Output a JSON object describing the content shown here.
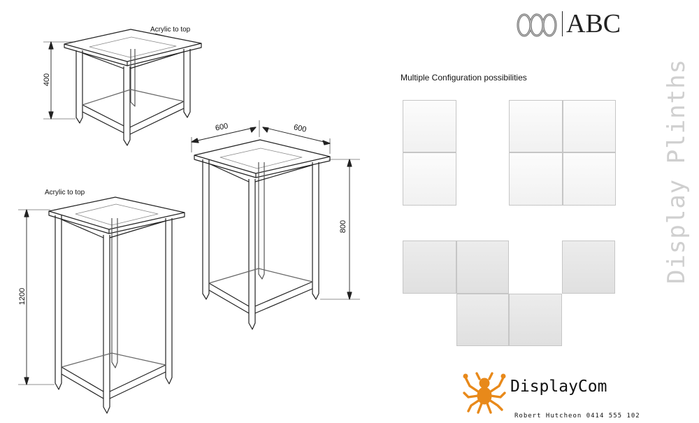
{
  "side_title": "Display Plinths",
  "logo": {
    "abc_text": "ABC",
    "brand": "DisplayCom"
  },
  "contact": "Robert Hutcheon 0414 555 102",
  "config_title": "Multiple Configuration possibilities",
  "plinth_small": {
    "note": "Acrylic to top",
    "height": "400"
  },
  "plinth_tall": {
    "note": "Acrylic to top",
    "height": "1200"
  },
  "plinth_medium": {
    "width": "600",
    "depth": "600",
    "height": "800"
  },
  "colors": {
    "brand_orange": "#e8891a",
    "line": "#222222",
    "tile_border": "#c6c6c6",
    "side_title": "#cfcfcf"
  }
}
